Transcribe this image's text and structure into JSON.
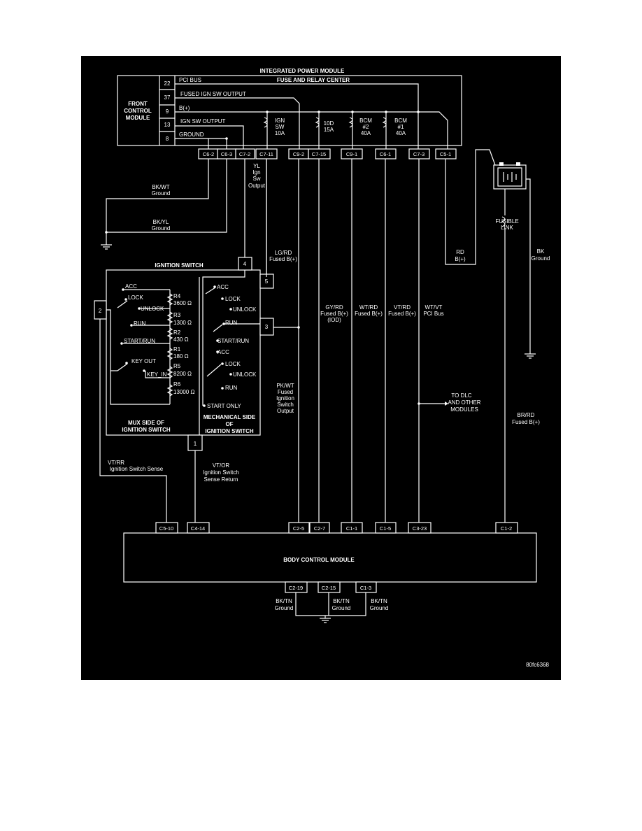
{
  "ipm": {
    "title": "INTEGRATED POWER MODULE",
    "fuse_center": "FUSE AND RELAY CENTER",
    "fcm_lines": [
      "FRONT",
      "CONTROL",
      "MODULE"
    ],
    "pins": [
      "22",
      "37",
      "9",
      "13",
      "8"
    ],
    "pin_labels": [
      "PCI BUS",
      "FUSED IGN SW OUTPUT",
      "B(+)",
      "IGN SW OUTPUT",
      "GROUND"
    ],
    "fuses": [
      {
        "lines": [
          "IGN",
          "SW",
          "10A"
        ]
      },
      {
        "lines": [
          "10D",
          "15A"
        ]
      },
      {
        "lines": [
          "BCM",
          "#2",
          "40A"
        ]
      },
      {
        "lines": [
          "BCM",
          "#1",
          "40A"
        ]
      }
    ],
    "connectors": [
      "C6-2",
      "C6-3",
      "C7-2",
      "C7-11",
      "C9-2",
      "C7-15",
      "C9-1",
      "C6-1",
      "C7-3",
      "C5-1"
    ]
  },
  "wires": {
    "bkwt": [
      "BK/WT",
      "Ground"
    ],
    "bkyl": [
      "BK/YL",
      "Ground"
    ],
    "yl": [
      "YL",
      "Ign",
      "Sw",
      "Output"
    ],
    "lgrd": [
      "LG/RD",
      "Fused B(+)"
    ],
    "rd": [
      "RD",
      "B(+)"
    ],
    "bk": [
      "BK",
      "Ground"
    ],
    "fusible_link": [
      "FUSIBLE",
      "LINK"
    ],
    "gyrd": [
      "GY/RD",
      "Fused B(+)",
      "(IOD)"
    ],
    "wtrd": [
      "WT/RD",
      "Fused B(+)"
    ],
    "vtrd": [
      "VT/RD",
      "Fused B(+)"
    ],
    "wtvt": [
      "WT/VT",
      "PCI Bus"
    ],
    "pkwt": [
      "PK/WT",
      "Fused",
      "Ignition",
      "Switch",
      "Output"
    ],
    "to_dlc": [
      "TO DLC",
      "AND OTHER",
      "MODULES"
    ],
    "brrd": [
      "BR/RD",
      "Fused B(+)"
    ],
    "vtrr": [
      "VT/RR",
      "Ignition Switch Sense"
    ],
    "vtor": [
      "VT/OR",
      "Ignition Switch",
      "Sense Return"
    ]
  },
  "ignition_switch": {
    "title": "IGNITION SWITCH",
    "pins": [
      "4",
      "5",
      "2",
      "3",
      "1"
    ],
    "mux_positions": [
      "ACC",
      "LOCK",
      "UNLOCK",
      "RUN",
      "START/RUN",
      "KEY OUT",
      "KEY_IN"
    ],
    "resistors": [
      {
        "name": "R4",
        "value": "3600 Ω"
      },
      {
        "name": "R3",
        "value": "1300 Ω"
      },
      {
        "name": "R2",
        "value": "430 Ω"
      },
      {
        "name": "R1",
        "value": "180 Ω"
      },
      {
        "name": "R5",
        "value": "8200 Ω"
      },
      {
        "name": "R6",
        "value": "13000 Ω"
      }
    ],
    "mech_positions": [
      "ACC",
      "LOCK",
      "UNLOCK",
      "RUN",
      "START/RUN",
      "ACC",
      "LOCK",
      "UNLOCK",
      "RUN",
      "START ONLY"
    ],
    "mux_side": [
      "MUX SIDE OF",
      "IGNITION SWITCH"
    ],
    "mech_side": [
      "MECHANICAL SIDE",
      "OF",
      "IGNITION SWITCH"
    ]
  },
  "bcm": {
    "title": "BODY CONTROL MODULE",
    "top_connectors": [
      "C5-10",
      "C4-14",
      "C2-5",
      "C2-7",
      "C1-1",
      "C1-5",
      "C3-23",
      "C1-2"
    ],
    "bottom_connectors": [
      "C2-19",
      "C2-15",
      "C1-3"
    ],
    "grounds": [
      [
        "BK/TN",
        "Ground"
      ],
      [
        "BK/TN",
        "Ground"
      ],
      [
        "BK/TN",
        "Ground"
      ]
    ]
  },
  "figure_id": "80fc6368"
}
